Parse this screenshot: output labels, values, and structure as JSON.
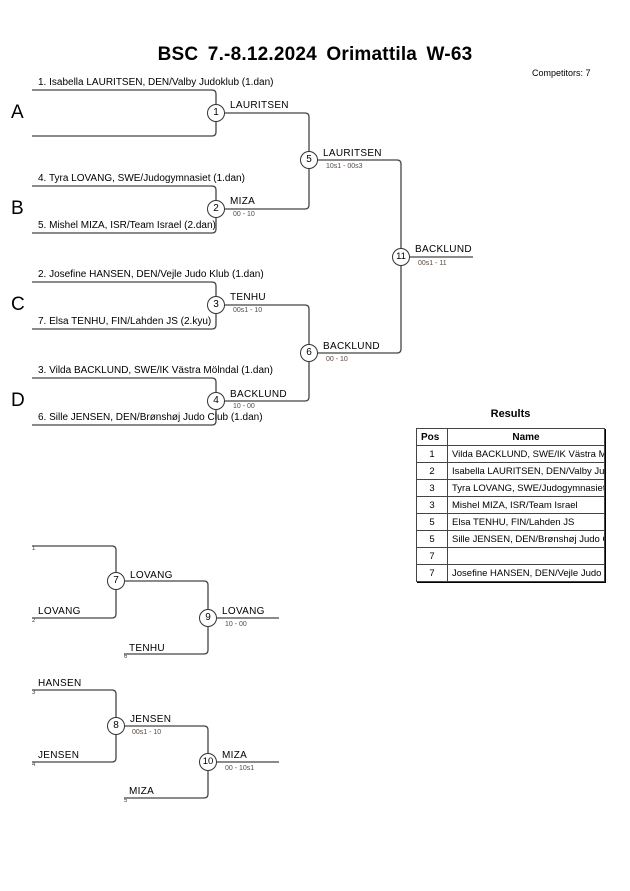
{
  "header": {
    "title": "BSC  7.-8.12.2024  Orimattila   W-63",
    "competitors_label": "Competitors: 7"
  },
  "pools": [
    {
      "letter": "A"
    },
    {
      "letter": "B"
    },
    {
      "letter": "C"
    },
    {
      "letter": "D"
    }
  ],
  "entries": [
    "1. Isabella LAURITSEN, DEN/Valby Judoklub (1.dan)",
    "",
    "4. Tyra LOVANG, SWE/Judogymnasiet (1.dan)",
    "5. Mishel MIZA, ISR/Team Israel (2.dan)",
    "2. Josefine HANSEN, DEN/Vejle Judo Klub (1.dan)",
    "7. Elsa TENHU, FIN/Lahden JS (2.kyu)",
    "3. Vilda BACKLUND, SWE/IK Västra Mölndal (1.dan)",
    "6. Sille JENSEN, DEN/Brønshøj Judo Club (1.dan)"
  ],
  "matches": {
    "m1": {
      "number": "1",
      "winner": "LAURITSEN",
      "score": ""
    },
    "m2": {
      "number": "2",
      "winner": "MIZA",
      "score": "00 - 10"
    },
    "m3": {
      "number": "3",
      "winner": "TENHU",
      "score": "00s1 - 10"
    },
    "m4": {
      "number": "4",
      "winner": "BACKLUND",
      "score": "10 - 00"
    },
    "m5": {
      "number": "5",
      "winner": "LAURITSEN",
      "score": "10s1 - 00s3"
    },
    "m6": {
      "number": "6",
      "winner": "BACKLUND",
      "score": "00 - 10"
    },
    "m11": {
      "number": "11",
      "winner": "BACKLUND",
      "score": "00s1 - 11"
    },
    "m7": {
      "number": "7",
      "winner": "LOVANG",
      "score": ""
    },
    "m9": {
      "number": "9",
      "winner": "LOVANG",
      "score": "10 - 00"
    },
    "m8": {
      "number": "8",
      "winner": "JENSEN",
      "score": "00s1 - 10"
    },
    "m10": {
      "number": "10",
      "winner": "MIZA",
      "score": "00 - 10s1"
    }
  },
  "repechage": {
    "r1": {
      "slot_top": "1",
      "name_top": "",
      "slot_bottom": "2",
      "name_bottom": "LOVANG",
      "slot_third": "6",
      "name_third": "TENHU"
    },
    "r2": {
      "slot_top": "3",
      "name_top": "HANSEN",
      "slot_bottom": "4",
      "name_bottom": "JENSEN",
      "slot_third": "5",
      "name_third": "MIZA"
    }
  },
  "results": {
    "title": "Results",
    "columns": [
      "Pos",
      "Name"
    ],
    "rows": [
      {
        "pos": "1",
        "name": "Vilda BACKLUND, SWE/IK Västra Mölndal"
      },
      {
        "pos": "2",
        "name": "Isabella LAURITSEN, DEN/Valby Judoklub"
      },
      {
        "pos": "3",
        "name": "Tyra LOVANG, SWE/Judogymnasiet"
      },
      {
        "pos": "3",
        "name": "Mishel MIZA, ISR/Team Israel"
      },
      {
        "pos": "5",
        "name": "Elsa TENHU, FIN/Lahden JS"
      },
      {
        "pos": "5",
        "name": "Sille JENSEN, DEN/Brønshøj Judo Club"
      },
      {
        "pos": "7",
        "name": ""
      },
      {
        "pos": "7",
        "name": "Josefine HANSEN, DEN/Vejle Judo Klub"
      }
    ]
  },
  "colors": {
    "line": "#444444",
    "score_text": "#5a4a40"
  }
}
